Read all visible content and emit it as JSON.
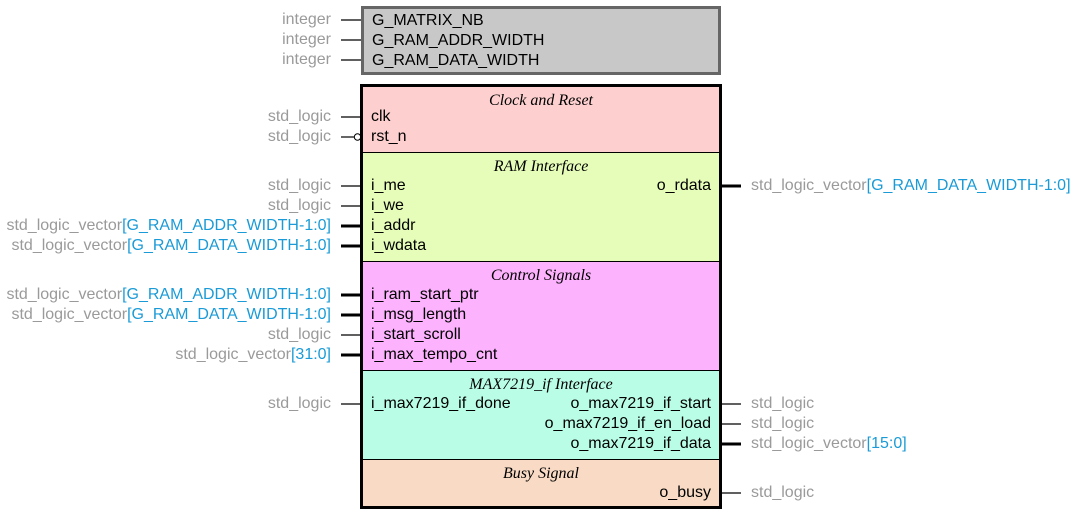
{
  "generics": [
    {
      "type": "integer",
      "name": "G_MATRIX_NB"
    },
    {
      "type": "integer",
      "name": "G_RAM_ADDR_WIDTH"
    },
    {
      "type": "integer",
      "name": "G_RAM_DATA_WIDTH"
    }
  ],
  "colors": {
    "generic_fill": "#c8c8c8",
    "clock_reset": "#fdd0cf",
    "ram_interface": "#e5fdb8",
    "control_signals": "#fcb2fd",
    "max7219_if": "#bafde6",
    "busy_signal": "#f9dbc5",
    "type_text": "#9a9a9a",
    "range_text": "#1a9bd7"
  },
  "sections": [
    {
      "title": "Clock and Reset",
      "inputs": [
        {
          "name": "clk",
          "type": "std_logic",
          "range": "",
          "marker": "clock"
        },
        {
          "name": "rst_n",
          "type": "std_logic",
          "range": "",
          "marker": "active-low"
        }
      ],
      "outputs": []
    },
    {
      "title": "RAM Interface",
      "inputs": [
        {
          "name": "i_me",
          "type": "std_logic",
          "range": ""
        },
        {
          "name": "i_we",
          "type": "std_logic",
          "range": ""
        },
        {
          "name": "i_addr",
          "type": "std_logic_vector",
          "range": "[G_RAM_ADDR_WIDTH-1:0]"
        },
        {
          "name": "i_wdata",
          "type": "std_logic_vector",
          "range": "[G_RAM_DATA_WIDTH-1:0]"
        }
      ],
      "outputs": [
        {
          "name": "o_rdata",
          "type": "std_logic_vector",
          "range": "[G_RAM_DATA_WIDTH-1:0]"
        }
      ]
    },
    {
      "title": "Control Signals",
      "inputs": [
        {
          "name": "i_ram_start_ptr",
          "type": "std_logic_vector",
          "range": "[G_RAM_ADDR_WIDTH-1:0]"
        },
        {
          "name": "i_msg_length",
          "type": "std_logic_vector",
          "range": "[G_RAM_DATA_WIDTH-1:0]"
        },
        {
          "name": "i_start_scroll",
          "type": "std_logic",
          "range": ""
        },
        {
          "name": "i_max_tempo_cnt",
          "type": "std_logic_vector",
          "range": "[31:0]"
        }
      ],
      "outputs": []
    },
    {
      "title": "MAX7219_if Interface",
      "inputs": [
        {
          "name": "i_max7219_if_done",
          "type": "std_logic",
          "range": ""
        }
      ],
      "outputs": [
        {
          "name": "o_max7219_if_start",
          "type": "std_logic",
          "range": ""
        },
        {
          "name": "o_max7219_if_en_load",
          "type": "std_logic",
          "range": ""
        },
        {
          "name": "o_max7219_if_data",
          "type": "std_logic_vector",
          "range": "[15:0]"
        }
      ]
    },
    {
      "title": "Busy Signal",
      "inputs": [],
      "outputs": [
        {
          "name": "o_busy",
          "type": "std_logic",
          "range": ""
        }
      ]
    }
  ]
}
